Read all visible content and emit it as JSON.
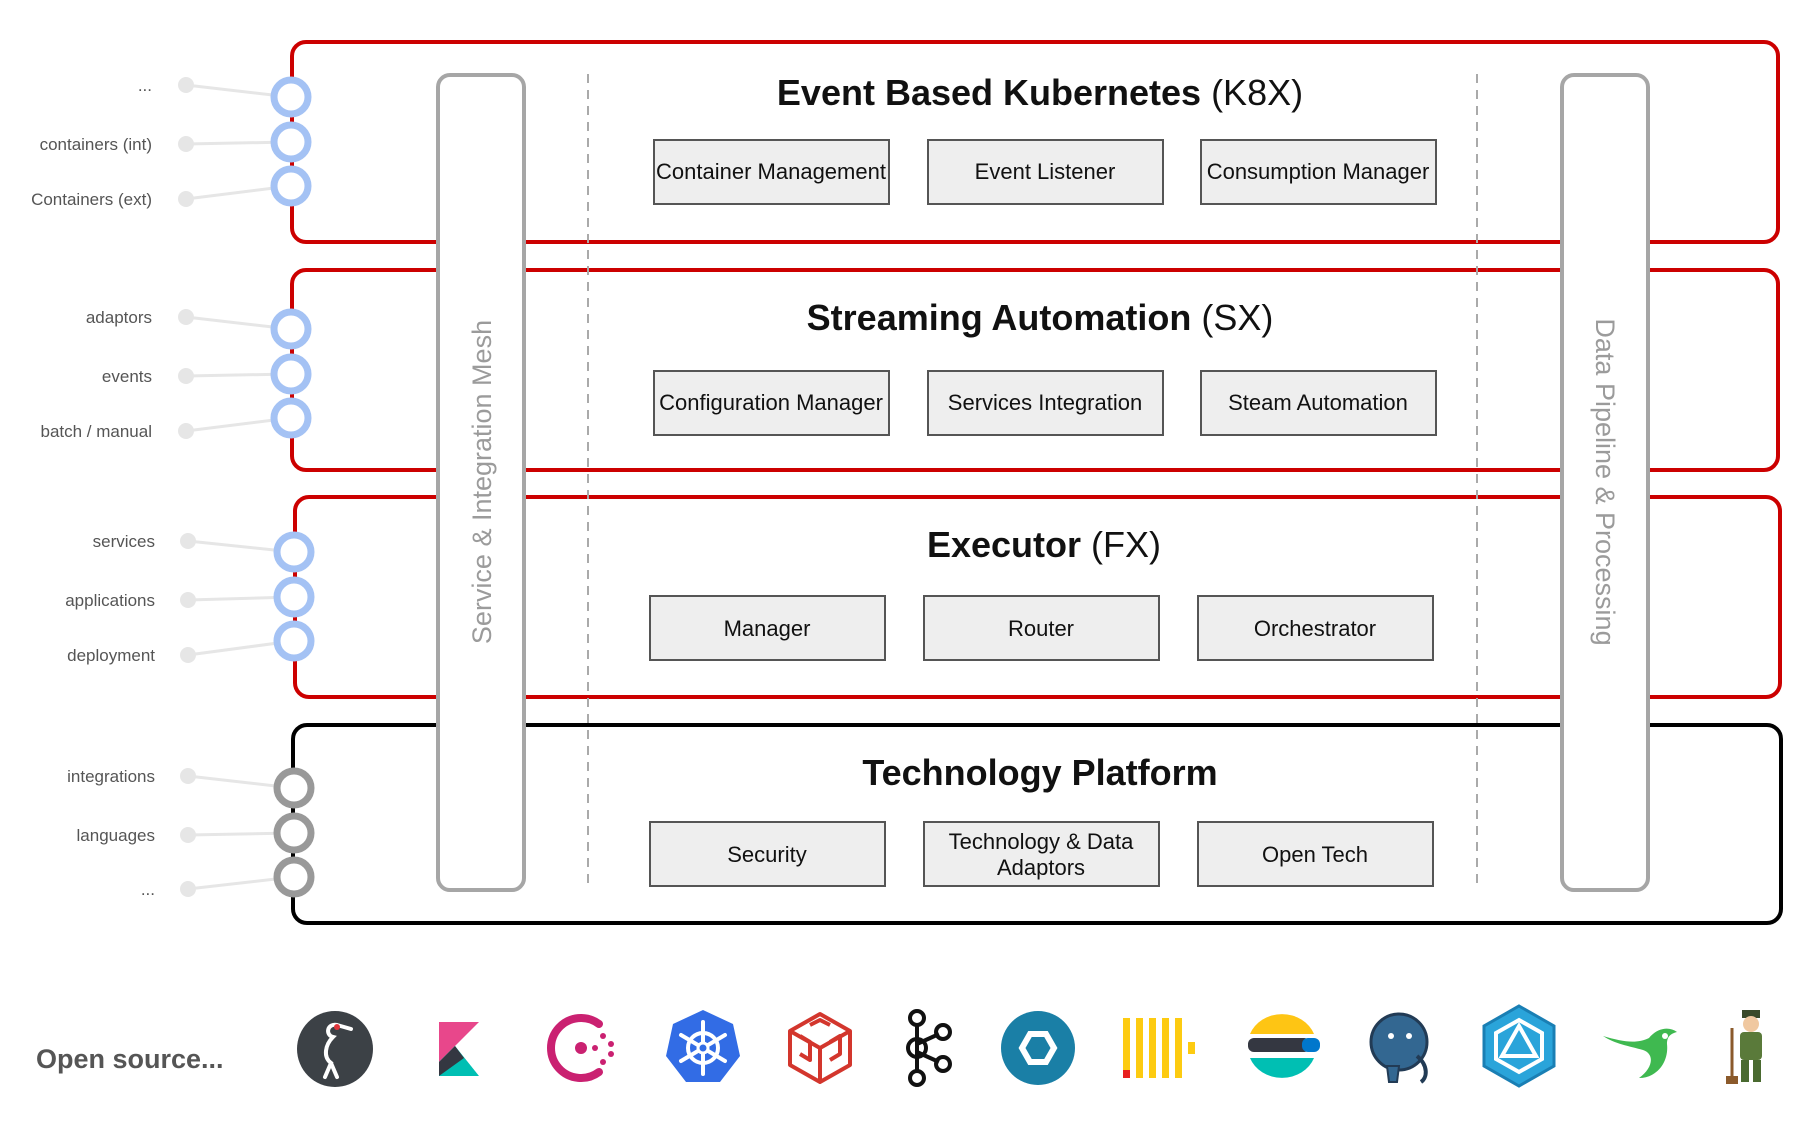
{
  "layers": [
    {
      "title_bold": "Event Based Kubernetes",
      "title_code": "(K8X)",
      "border_color": "#cc0000",
      "connector_color": "#a4c2f4",
      "side_labels": [
        "...",
        "containers (int)",
        "Containers (ext)"
      ],
      "boxes": [
        [
          "Container Management"
        ],
        [
          "Event Listener"
        ],
        [
          "Consumption Manager"
        ]
      ]
    },
    {
      "title_bold": "Streaming Automation",
      "title_code": "(SX)",
      "border_color": "#cc0000",
      "connector_color": "#a4c2f4",
      "side_labels": [
        "adaptors",
        "events",
        "batch / manual"
      ],
      "boxes": [
        [
          "Configuration Manager"
        ],
        [
          "Services Integration"
        ],
        [
          "Steam Automation"
        ]
      ]
    },
    {
      "title_bold": "Executor",
      "title_code": "(FX)",
      "border_color": "#cc0000",
      "connector_color": "#a4c2f4",
      "side_labels": [
        "services",
        "applications",
        "deployment"
      ],
      "boxes": [
        [
          "Manager"
        ],
        [
          "Router"
        ],
        [
          "Orchestrator"
        ]
      ]
    },
    {
      "title_bold": "Technology Platform",
      "title_code": "",
      "border_color": "#000000",
      "connector_color": "#999999",
      "side_labels": [
        "integrations",
        "languages",
        "..."
      ],
      "boxes": [
        [
          "Security"
        ],
        [
          "Technology & Data",
          "Adaptors"
        ],
        [
          "Open Tech"
        ]
      ]
    }
  ],
  "left_pillar_label": "Service & Integration Mesh",
  "right_pillar_label": "Data Pipeline & Processing",
  "open_source": {
    "label": "Open source...",
    "logos": [
      "crane-logo-icon",
      "kibana-logo-icon",
      "consul-logo-icon",
      "kubernetes-logo-icon",
      "cube-logo-icon",
      "kafka-logo-icon",
      "hexagon-link-logo-icon",
      "clickhouse-logo-icon",
      "elastic-logo-icon",
      "postgresql-logo-icon",
      "ingress-logo-icon",
      "bird-logo-icon",
      "gardener-logo-icon"
    ]
  }
}
